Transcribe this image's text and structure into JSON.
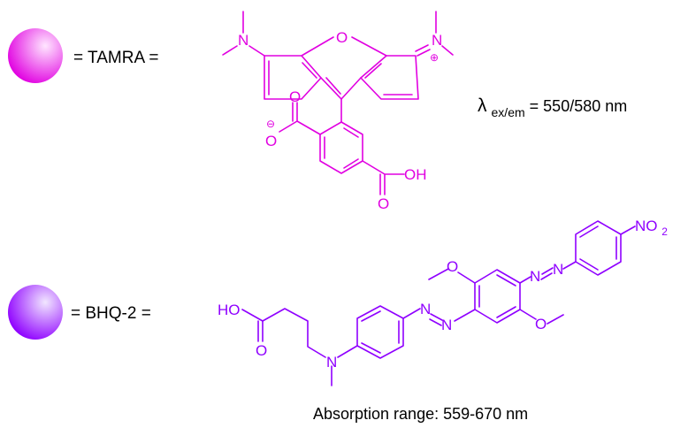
{
  "colors": {
    "tamra": "#e100e1",
    "bhq2": "#8f00ff",
    "text": "#000000",
    "tamra_sphere_light": "#ffe6ff",
    "bhq2_sphere_light": "#f1e6ff"
  },
  "tamra": {
    "label": "= TAMRA =",
    "wavelength_symbol": "λ",
    "wavelength_subscript": "ex/em",
    "wavelength_value": " = 550/580 nm",
    "atoms": {
      "n_left": "N",
      "o_bridge": "O",
      "n_right": "N",
      "plus": "⊕",
      "minus": "⊖",
      "o_carboxylate_top": "O",
      "o_carboxylate_side": "O",
      "o_acid_bottom": "O",
      "oh": "OH"
    }
  },
  "bhq2": {
    "label": "= BHQ-2 =",
    "absorption": "Absorption range: 559-670 nm",
    "atoms": {
      "ho": "HO",
      "o_carbonyl": "O",
      "n_amine": "N",
      "n_azo1_a": "N",
      "n_azo1_b": "N",
      "n_azo2_a": "N",
      "n_azo2_b": "N",
      "o_methoxy_top": "O",
      "o_methoxy_bottom": "O",
      "no2": "NO",
      "no2_sub": "2"
    }
  }
}
